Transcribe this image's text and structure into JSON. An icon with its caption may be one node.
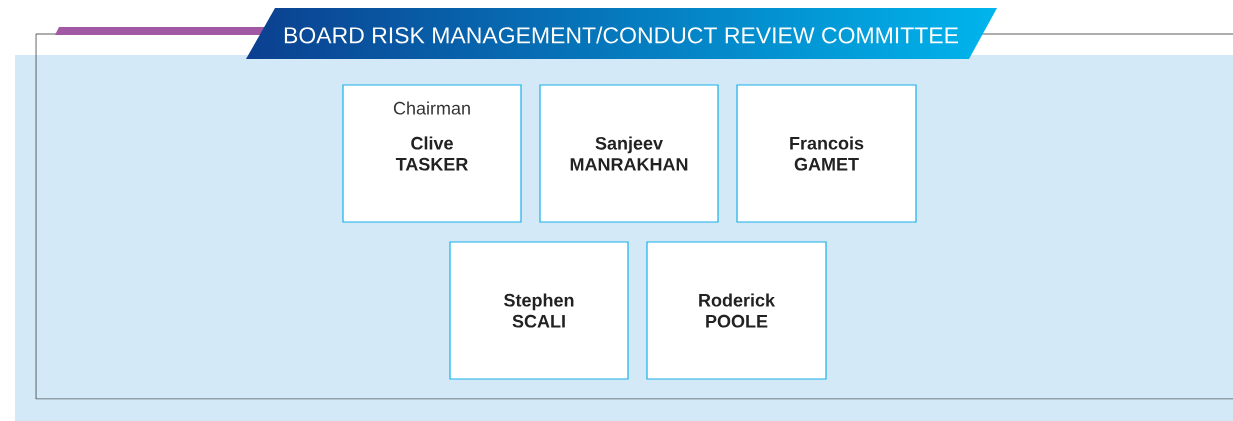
{
  "diagram": {
    "title": "BOARD RISK MANAGEMENT/CONDUCT REVIEW COMMITTEE",
    "nodes": [
      {
        "text": [
          "Chairman",
          "Clive TASKER"
        ]
      },
      {
        "text": [
          "Sanjeev MANRAKHAN"
        ]
      },
      {
        "text": [
          "Francois GAMET"
        ]
      },
      {
        "text": [
          "Stephen SCALI"
        ]
      },
      {
        "text": [
          "Roderick POOLE"
        ]
      }
    ]
  }
}
